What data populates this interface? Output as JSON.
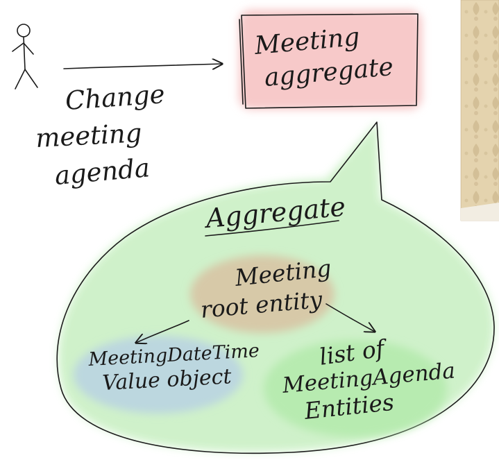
{
  "actor": {
    "action_lines": [
      "Change",
      "meeting",
      "agenda"
    ]
  },
  "aggregate_box": {
    "lines": [
      "Meeting",
      "aggregate"
    ],
    "fill_color": "#f7c9c9"
  },
  "bubble": {
    "title": "Aggregate",
    "fill_color": "#cdf1c8"
  },
  "root_entity": {
    "lines": [
      "Meeting",
      "root entity"
    ],
    "fill_color": "#d7c9a8"
  },
  "value_object": {
    "lines": [
      "MeetingDateTime",
      "Value object"
    ],
    "fill_color": "#bcd7df"
  },
  "agenda_entities": {
    "lines": [
      "list of",
      "MeetingAgenda",
      "Entities"
    ],
    "fill_color": "#b7ebb0"
  },
  "photo": {
    "description_icon": "wallpaper-photo",
    "colors": [
      "#e6d6b4",
      "#c9b48e",
      "#a89370"
    ]
  }
}
